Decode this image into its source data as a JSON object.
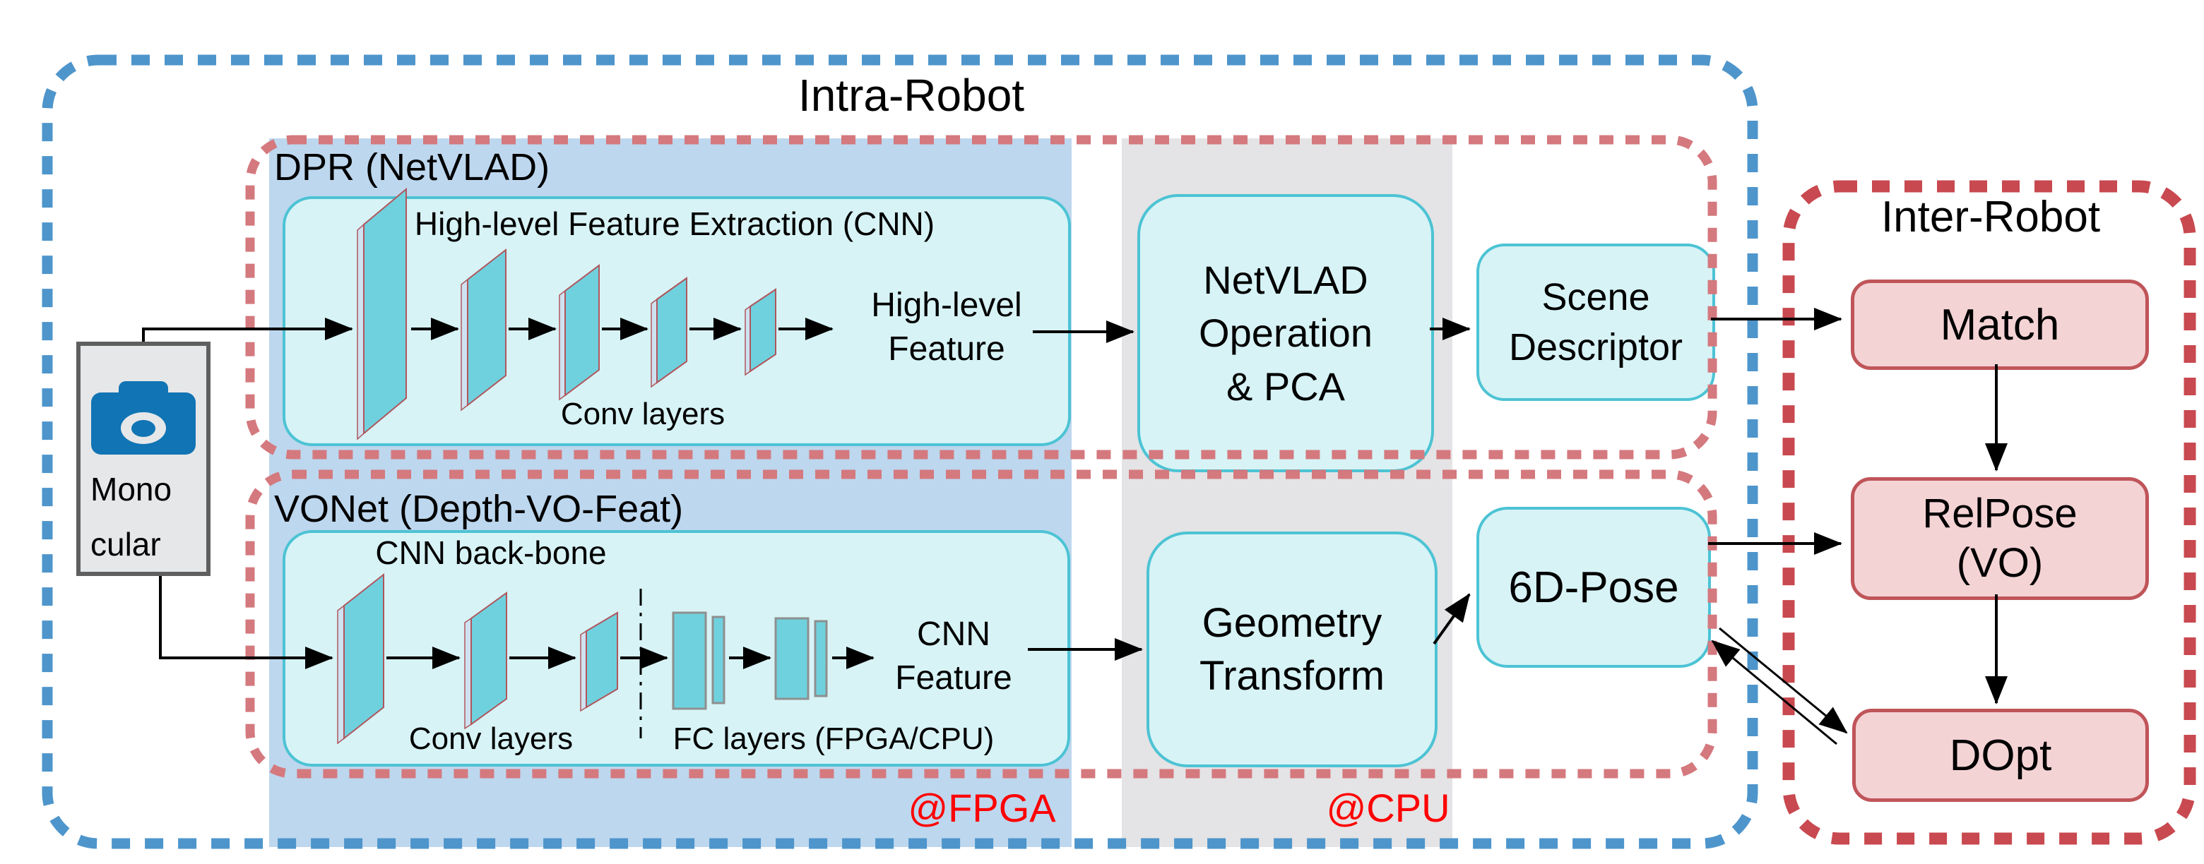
{
  "intra": {
    "title": "Intra-Robot"
  },
  "inter": {
    "title": "Inter-Robot",
    "match": "Match",
    "relpose": "RelPose\n(VO)",
    "dopt": "DOpt"
  },
  "camera": {
    "label": "Mono\ncular"
  },
  "dpr": {
    "label": "DPR (NetVLAD)",
    "extraction_title": "High-level Feature Extraction (CNN)",
    "conv_caption": "Conv layers",
    "feature_label": "High-level\nFeature",
    "netvlad": "NetVLAD\nOperation\n& PCA",
    "scene": "Scene\nDescriptor"
  },
  "vonet": {
    "label": "VONet (Depth-VO-Feat)",
    "backbone_title": "CNN back-bone",
    "conv_caption": "Conv layers",
    "fc_caption": "FC layers (FPGA/CPU)",
    "feature_label": "CNN\nFeature",
    "geometry": "Geometry\nTransform",
    "pose": "6D-Pose"
  },
  "platform": {
    "fpga": "@FPGA",
    "cpu": "@CPU"
  },
  "icons": {
    "camera": "camera-icon"
  },
  "colors": {
    "col-blue": "#bdd7ee",
    "col-gray": "#e4e3e5",
    "dot-blue": "#4e95cb",
    "dot-rose": "#d4797e",
    "dot-red": "#c8494f",
    "cyan-fill": "#d7f3f6",
    "cyan-stroke": "#4cc3d4",
    "pink-fill": "#f4d3d5",
    "pink-stroke": "#bf5559",
    "plate-fill": "#6fd1de",
    "plate-edge": "#cfe2f1",
    "plate-stroke": "#b0565c",
    "camera-blue": "#1174b4",
    "camera-box": "#e6e7e9",
    "camera-border": "#5f5f5f",
    "label-red": "#ff0000"
  }
}
